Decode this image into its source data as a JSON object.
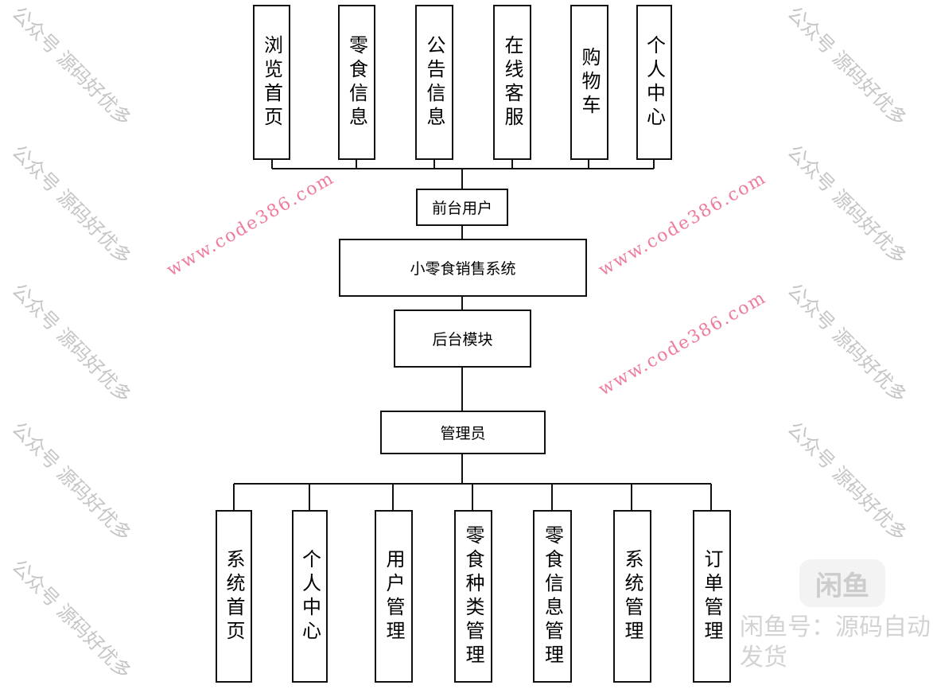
{
  "diagram": {
    "front_modules": [
      "浏览首页",
      "零食信息",
      "公告信息",
      "在线客服",
      "购物车",
      "个人中心"
    ],
    "front_user": "前台用户",
    "system": "小零食销售系统",
    "backend": "后台模块",
    "admin": "管理员",
    "admin_modules": [
      "系统首页",
      "个人中心",
      "用户管理",
      "零食种类管理",
      "零食信息管理",
      "系统管理",
      "订单管理"
    ]
  },
  "watermarks": {
    "gray": "公众号 源码好优多",
    "pink": "www.code386.com",
    "logo": "闲鱼",
    "bottom": "闲鱼号：源码自动发货"
  }
}
